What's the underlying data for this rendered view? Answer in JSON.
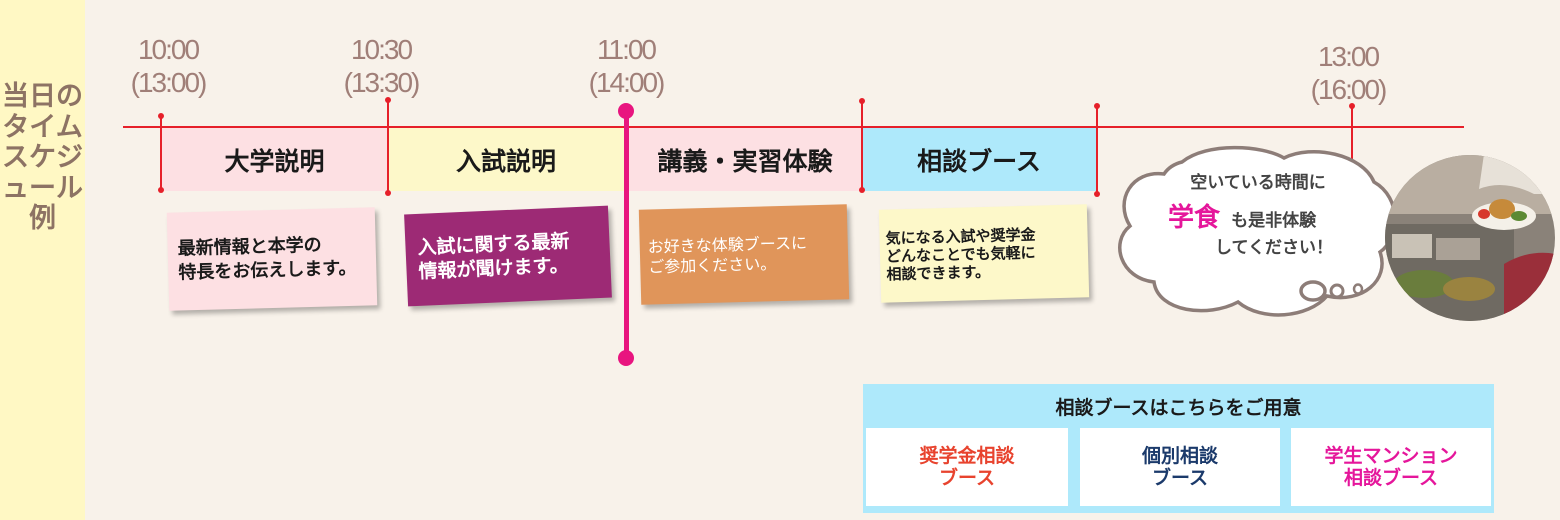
{
  "sidebar": {
    "title": "当日のタイムスケジュール例"
  },
  "times": [
    {
      "main": "10:00",
      "sub": "(13:00)"
    },
    {
      "main": "10:30",
      "sub": "(13:30)"
    },
    {
      "main": "11:00",
      "sub": "(14:00)"
    },
    {
      "main": "13:00",
      "sub": "(16:00)"
    }
  ],
  "phases": [
    "大学説明",
    "入試説明",
    "講義・実習体験",
    "相談ブース"
  ],
  "cards": [
    "最新情報と本学の\n特長をお伝えします。",
    "入試に関する最新\n情報が聞けます。",
    "お好きな体験ブースに\nご参加ください。",
    "気になる入試や奨学金\nどんなことでも気軽に\n相談できます。"
  ],
  "bubble": {
    "line1": "空いている時間に",
    "highlight": "学食",
    "line2": "も是非体験",
    "line3": "してください！"
  },
  "booth_panel": {
    "title": "相談ブースはこちらをご用意",
    "items": [
      {
        "label": "奨学金相談\nブース",
        "color": "#e8432e"
      },
      {
        "label": "個別相談\nブース",
        "color": "#1b3a6b"
      },
      {
        "label": "学生マンション\n相談ブース",
        "color": "#e5169b"
      }
    ]
  },
  "colors": {
    "timeline": "#e6202a",
    "current_marker": "#e8157f",
    "highlight": "#e5169b",
    "booth_bg": "#aee9fb"
  }
}
